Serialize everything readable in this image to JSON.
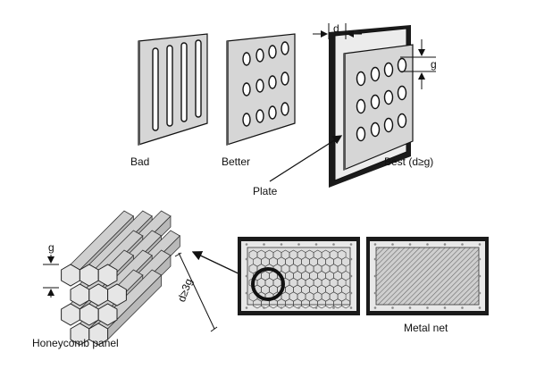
{
  "labels": {
    "bad": "Bad",
    "better": "Better",
    "best": "Best (d≥g)",
    "plate": "Plate",
    "d": "d",
    "g_top": "g",
    "g_left": "g",
    "d_ge_3g": "d≥3g",
    "honeycomb": "Honeycomb panel",
    "metal_net": "Metal net"
  },
  "colors": {
    "panel_fill": "#d6d6d6",
    "panel_stroke": "#111111",
    "frame_fill": "#1a1a1a",
    "hex_fill": "#e6e6e6",
    "hex_top": "#cfcfcf",
    "hex_side": "#b9b9b9"
  }
}
